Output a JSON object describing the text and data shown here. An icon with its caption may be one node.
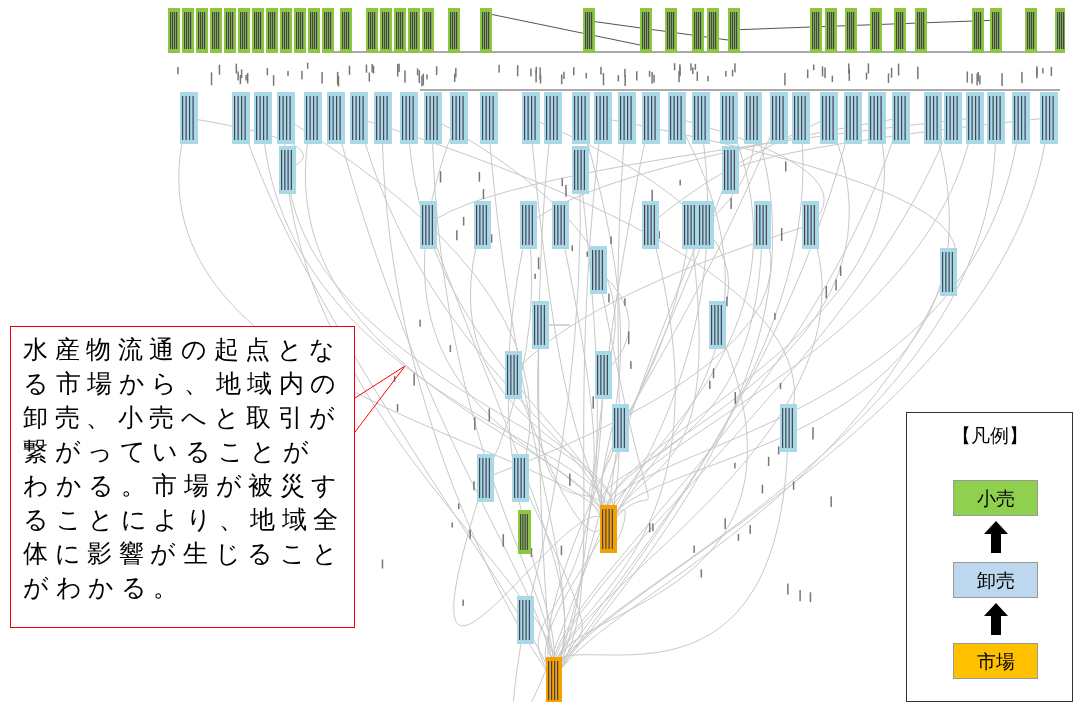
{
  "diagram": {
    "nodes": [
      {
        "text": [
          "水産物流通の起点となる市場から、地域内の卸売、小売へと取引が繋がっていることがわかる。市場が被災することにより、地域全体に影響が生じることがわかる。"
        ]
      },
      {
        "text": [],
        "shape": "picture"
      }
    ],
    "edges": [
      {
        "from": 0,
        "to": 1,
        "arrow": "none",
        "color": "#ff0000"
      }
    ],
    "labels": [
      "【凡例】"
    ],
    "legend": [
      {
        "text": "小売",
        "color": "#8fd14f"
      },
      {
        "text": "卸売",
        "color": "#bdd7ee"
      },
      {
        "text": "市場",
        "color": "#ffc000"
      }
    ]
  }
}
